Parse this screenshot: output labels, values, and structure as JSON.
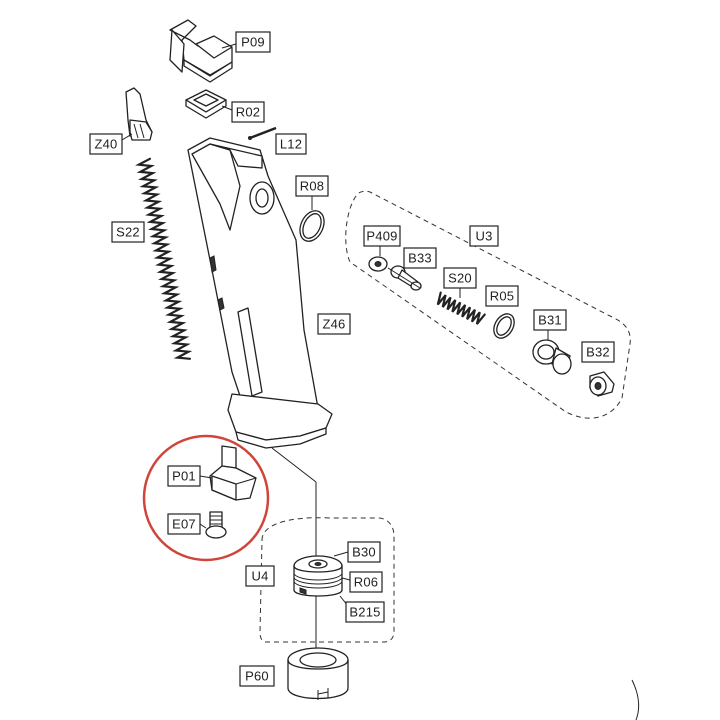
{
  "parts": {
    "P09": "P09",
    "R02": "R02",
    "L12": "L12",
    "Z40": "Z40",
    "R08": "R08",
    "S22": "S22",
    "U3": "U3",
    "P409": "P409",
    "B33": "B33",
    "S20": "S20",
    "R05": "R05",
    "B31": "B31",
    "B32": "B32",
    "Z46": "Z46",
    "P01": "P01",
    "E07": "E07",
    "B30": "B30",
    "U4": "U4",
    "R06": "R06",
    "B215": "B215",
    "P60": "P60"
  },
  "colors": {
    "line": "#222222",
    "highlight_circle": "#d0453a",
    "background": "#ffffff"
  }
}
